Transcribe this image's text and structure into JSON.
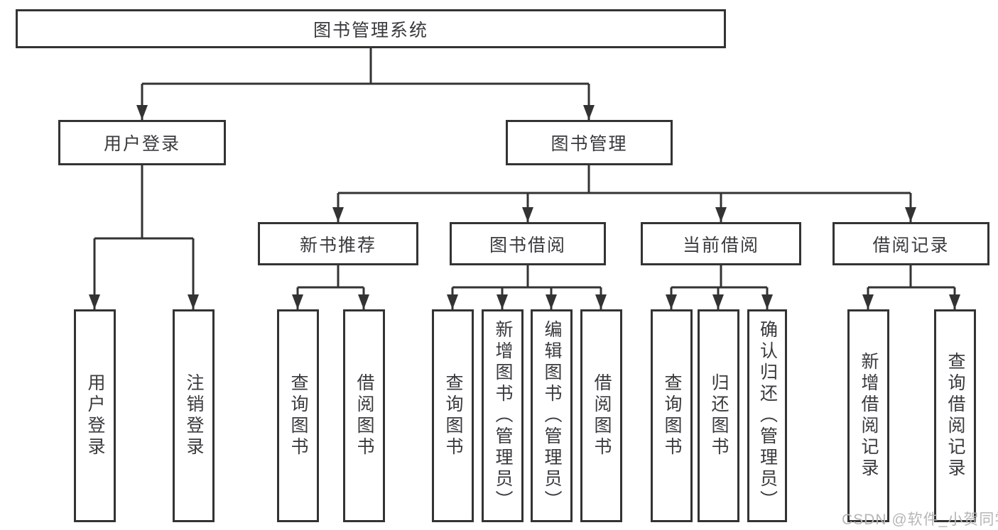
{
  "tree": {
    "root": "图书管理系统",
    "branches": [
      {
        "label": "用户登录",
        "children": [
          {
            "label": "用户登录"
          },
          {
            "label": "注销登录"
          }
        ]
      },
      {
        "label": "图书管理",
        "children": [
          {
            "label": "新书推荐",
            "children": [
              {
                "label": "查询图书"
              },
              {
                "label": "借阅图书"
              }
            ]
          },
          {
            "label": "图书借阅",
            "children": [
              {
                "label": "查询图书"
              },
              {
                "label": "新增图书（管理员）"
              },
              {
                "label": "编辑图书（管理员）"
              },
              {
                "label": "借阅图书"
              }
            ]
          },
          {
            "label": "当前借阅",
            "children": [
              {
                "label": "查询图书"
              },
              {
                "label": "归还图书"
              },
              {
                "label": "确认归还（管理员）"
              }
            ]
          },
          {
            "label": "借阅记录",
            "children": [
              {
                "label": "新增借阅记录"
              },
              {
                "label": "查询借阅记录"
              }
            ]
          }
        ]
      }
    ]
  },
  "watermark": "CSDN @软件_小贺同学",
  "colors": {
    "line": "#333333",
    "text": "#3a3a3e",
    "watermark": "#b6b6b6"
  }
}
